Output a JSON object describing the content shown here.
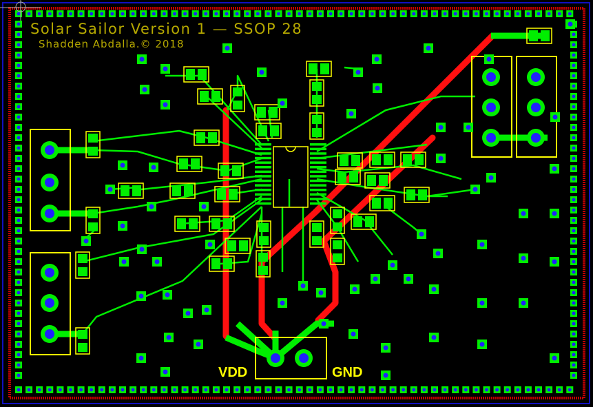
{
  "board": {
    "title": "Solar Sailor Version 1 — SSOP 28",
    "author": "Shadden Abdalla.© 2018",
    "labels": {
      "vdd": "VDD",
      "gnd": "GND"
    }
  },
  "colors": {
    "background": "#000000",
    "top_copper": "#00ee00",
    "bottom_copper": "#ff1010",
    "silkscreen": "#ffff00",
    "via": "#2020ff",
    "outline": "#1010c0"
  }
}
